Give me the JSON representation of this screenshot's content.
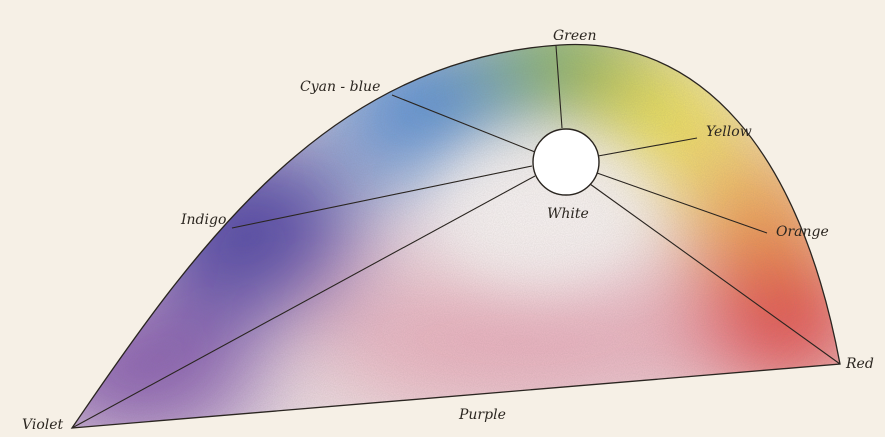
{
  "labels": {
    "green": "Green",
    "cyan_blue": "Cyan - blue",
    "yellow": "Yellow",
    "indigo": "Indigo",
    "white": "White",
    "orange": "Orange",
    "red": "Red",
    "violet": "Violet",
    "purple": "Purple"
  },
  "colors": {
    "paper": "#f6f0e6",
    "green": "#6fa64a",
    "cyan_blue": "#3f7fd0",
    "yellow": "#f0e23a",
    "indigo": "#4b3fa3",
    "violet": "#7a4ba8",
    "orange": "#ef9a3c",
    "red": "#e23838",
    "purple": "#e690a6",
    "outline": "#2a2520"
  }
}
